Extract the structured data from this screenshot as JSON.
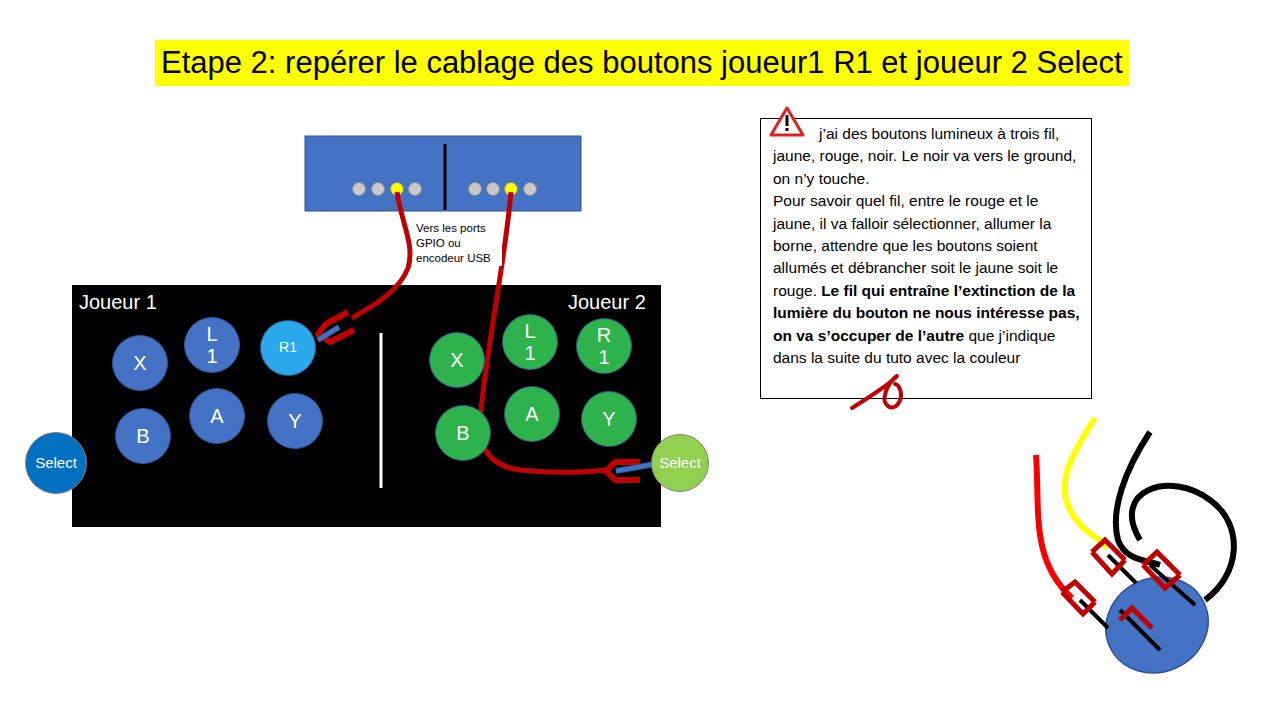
{
  "diagram": {
    "title": "Etape 2: repérer le cablage des boutons joueur1 R1 et joueur 2 Select",
    "nodes": [
      {
        "text": [
          "Joueur 1",
          "Joueur 2"
        ]
      },
      {
        "text": [
          "X"
        ],
        "in": 0
      },
      {
        "text": [
          "L1"
        ],
        "in": 0
      },
      {
        "text": [
          "R1"
        ],
        "in": 0
      },
      {
        "text": [
          "B"
        ],
        "in": 0
      },
      {
        "text": [
          "A"
        ],
        "in": 0
      },
      {
        "text": [
          "Y"
        ],
        "in": 0
      },
      {
        "text": [
          "X"
        ],
        "in": 0
      },
      {
        "text": [
          "L1"
        ],
        "in": 0
      },
      {
        "text": [
          "R1"
        ],
        "in": 0
      },
      {
        "text": [
          "B"
        ],
        "in": 0
      },
      {
        "text": [
          "A"
        ],
        "in": 0
      },
      {
        "text": [
          "Y"
        ],
        "in": 0
      },
      {
        "text": [
          "Select"
        ]
      },
      {
        "text": [
          "Select"
        ]
      },
      {
        "text": [
          "j’ai des boutons lumineux à trois fil, jaune, rouge, noir. Le noir va vers le ground, on n’y touche.",
          "Pour savoir quel fil, entre le rouge et le jaune, il va falloir sélectionner, allumer la borne, attendre que les boutons soient allumés et débrancher soit le jaune soit le rouge.",
          "Le fil qui entraîne l’extinction de la lumière du bouton ne nous intéresse pas, on va s’occuper de l’autre",
          "que j’indique dans la suite du tuto avec la couleur"
        ]
      }
    ],
    "labels": [
      "Vers les ports GPIO ou encodeur USB"
    ]
  }
}
